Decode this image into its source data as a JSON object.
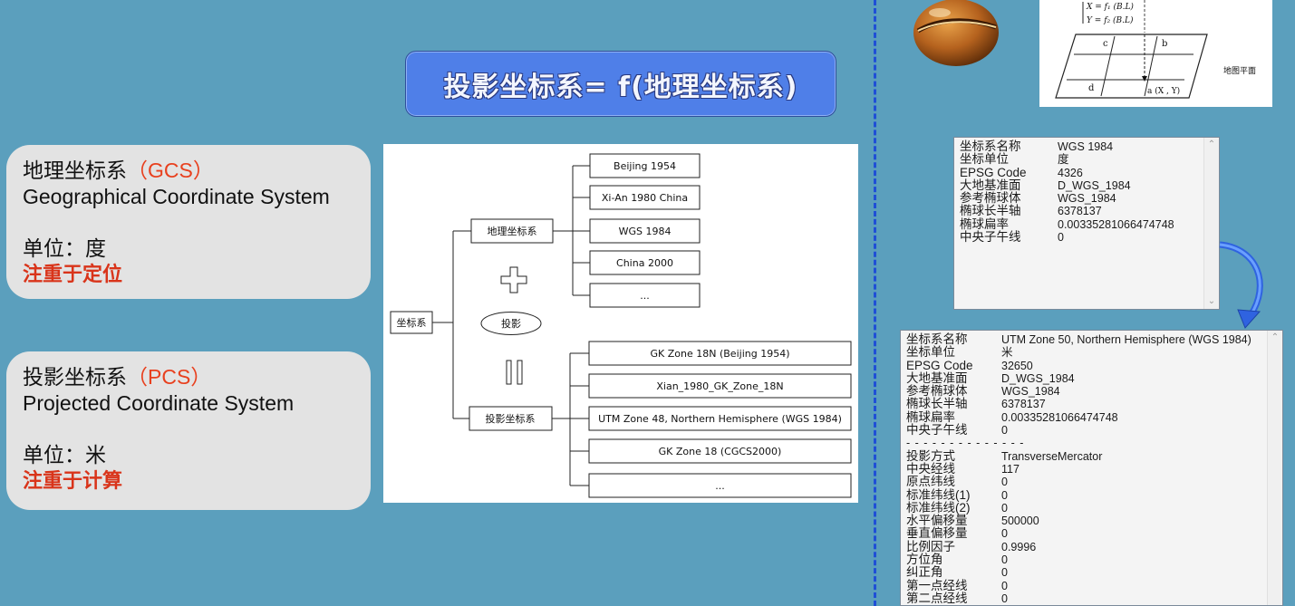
{
  "title": "投影坐标系= f(地理坐标系)",
  "cards": {
    "gcs": {
      "name": "地理坐标系",
      "abbr": "（GCS）",
      "english": "Geographical Coordinate System",
      "unit": "单位：度",
      "focus": "注重于定位"
    },
    "pcs": {
      "name": "投影坐标系",
      "abbr": "（PCS）",
      "english": "Projected Coordinate System",
      "unit": "单位：米",
      "focus": "注重于计算"
    }
  },
  "tree": {
    "root": "坐标系",
    "gcs_branch": "地理坐标系",
    "pcs_branch": "投影坐标系",
    "plus": "+",
    "projection": "投影",
    "gcs_items": [
      "Beijing 1954",
      "Xi-An 1980 China",
      "WGS 1984",
      "China 2000",
      "..."
    ],
    "pcs_items": [
      "GK Zone 18N    (Beijing 1954)",
      "Xian_1980_GK_Zone_18N",
      "UTM Zone 48, Northern Hemisphere (WGS 1984)",
      "GK Zone 18      (CGCS2000)",
      "..."
    ]
  },
  "formula": {
    "eq1": "X = f₁  (B.L)",
    "eq2": "Y = f₂  (B.L)",
    "labels": {
      "c": "c",
      "b": "b",
      "d": "d",
      "a": "a (X , Y)"
    },
    "plane_label": "地图平面"
  },
  "panel_wgs": {
    "rows": [
      [
        "坐标系名称",
        "WGS 1984"
      ],
      [
        "坐标单位",
        "度"
      ],
      [
        "EPSG Code",
        "4326"
      ],
      [
        "大地基准面",
        "D_WGS_1984"
      ],
      [
        "参考椭球体",
        "WGS_1984"
      ],
      [
        "椭球长半轴",
        "6378137"
      ],
      [
        "椭球扁率",
        "0.00335281066474748"
      ],
      [
        "中央子午线",
        "0"
      ]
    ]
  },
  "panel_utm": {
    "rows": [
      [
        "坐标系名称",
        "UTM Zone 50, Northern Hemisphere (WGS 1984)"
      ],
      [
        "坐标单位",
        "米"
      ],
      [
        "EPSG Code",
        "32650"
      ],
      [
        "大地基准面",
        "D_WGS_1984"
      ],
      [
        "参考椭球体",
        "WGS_1984"
      ],
      [
        "椭球长半轴",
        "6378137"
      ],
      [
        "椭球扁率",
        "0.00335281066474748"
      ],
      [
        "中央子午线",
        "0"
      ]
    ],
    "separator": "- - - - - - - - - - - - - -",
    "rows2": [
      [
        "投影方式",
        "TransverseMercator"
      ],
      [
        "中央经线",
        "117"
      ],
      [
        "原点纬线",
        "0"
      ],
      [
        "标准纬线(1)",
        "0"
      ],
      [
        "标准纬线(2)",
        "0"
      ],
      [
        "水平偏移量",
        "500000"
      ],
      [
        "垂直偏移量",
        "0"
      ],
      [
        "比例因子",
        "0.9996"
      ],
      [
        "方位角",
        "0"
      ],
      [
        "纠正角",
        "0"
      ],
      [
        "第一点经线",
        "0"
      ],
      [
        "第二点经线",
        "0"
      ]
    ]
  },
  "colors": {
    "background": "#5b9fbd",
    "banner": "#4f7fe8",
    "accent_red": "#d9341a",
    "divider": "#1f4fd6"
  },
  "icons": [
    "chestnut-icon",
    "curved-arrow-icon",
    "plus-icon",
    "equals-icon"
  ]
}
